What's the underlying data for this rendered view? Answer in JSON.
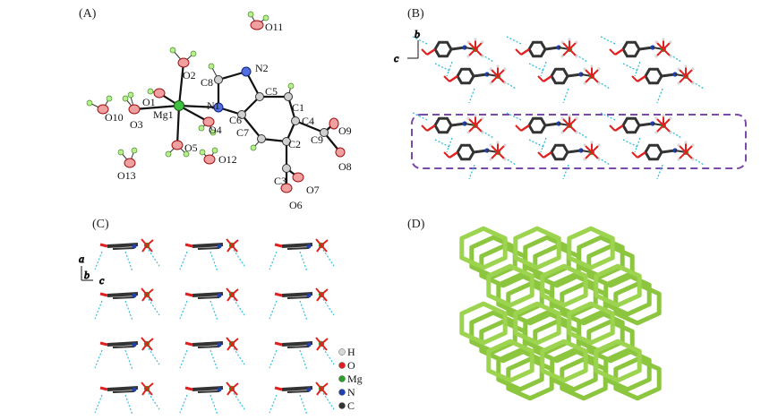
{
  "panels": {
    "A": {
      "label": "(A)",
      "atoms": {
        "O11": "O11",
        "O2": "O2",
        "C8": "C8",
        "N2": "N2",
        "C5": "C5",
        "O1": "O1",
        "N1": "N1",
        "C1": "C1",
        "O10": "O10",
        "Mg1": "Mg1",
        "C6": "C6",
        "C4": "C4",
        "O9": "O9",
        "O3": "O3",
        "O4": "O4",
        "C7": "C7",
        "C9": "C9",
        "C2": "C2",
        "O5": "O5",
        "O12": "O12",
        "O8": "O8",
        "O13": "O13",
        "C3": "C3",
        "O7": "O7",
        "O6": "O6"
      }
    },
    "B": {
      "label": "(B)",
      "axes": {
        "b": "b",
        "c": "c"
      }
    },
    "C": {
      "label": "(C)",
      "axes": {
        "a": "a",
        "b": "b",
        "c": "c"
      },
      "legend": [
        {
          "symbol": "H",
          "color": "#d8d8d8"
        },
        {
          "symbol": "O",
          "color": "#e02020"
        },
        {
          "symbol": "Mg",
          "color": "#2aa02a"
        },
        {
          "symbol": "N",
          "color": "#2040b0"
        },
        {
          "symbol": "C",
          "color": "#333333"
        }
      ]
    },
    "D": {
      "label": "(D)"
    }
  },
  "colors": {
    "oxygen": "#e02020",
    "magnesium": "#2aa02a",
    "nitrogen": "#2040b0",
    "carbon": "#333333",
    "hydrogen": "#d8d8d8",
    "hbond": "#33bde0",
    "frame": "#7a4aa8",
    "net": "#8cc63f"
  }
}
